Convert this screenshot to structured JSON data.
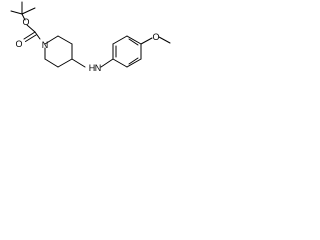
{
  "molecule": {
    "atoms": {
      "carbonyl_oxygen": "O",
      "ester_oxygen": "O",
      "piperidine_nitrogen": "N",
      "amine_nitrogen": "N",
      "amine_hydrogen": "H",
      "methoxy_oxygen": "O"
    }
  }
}
